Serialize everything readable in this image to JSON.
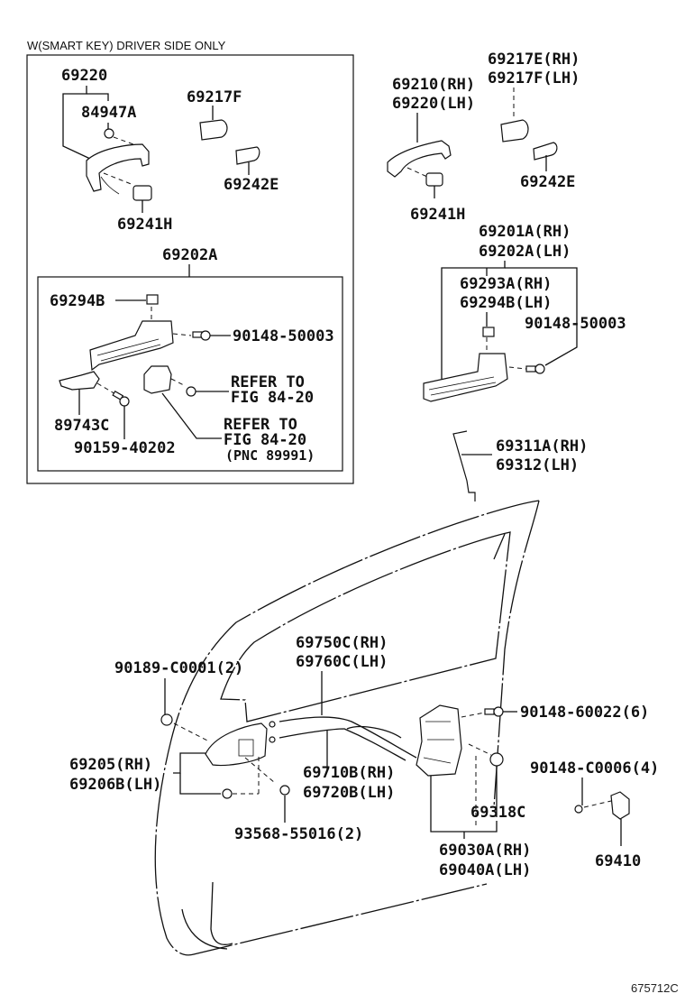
{
  "diagram": {
    "figure_id": "675712C",
    "inset": {
      "title": "W(SMART KEY) DRIVER SIDE ONLY",
      "labels": {
        "handle": "69220",
        "cap_nut": "84947A",
        "key_cover": "69217F",
        "pad_rear": "69242E",
        "pad_front": "69241H",
        "frame_group": "69202A",
        "cover_clip": "69294B",
        "frame_bolt": "90148-50003",
        "sensor": "89743C",
        "sensor_screw": "90159-40202",
        "refer1_line1": "REFER TO",
        "refer1_line2": "FIG 84-20",
        "refer2_line1": "REFER TO",
        "refer2_line2": "FIG 84-20",
        "refer2_line3": "(PNC 89991)"
      }
    },
    "outside": {
      "key_cover_rh": "69217E(RH)",
      "key_cover_lh": "69217F(LH)",
      "handle_rh": "69210(RH)",
      "handle_lh": "69220(LH)",
      "pad_rear": "69242E",
      "pad_front": "69241H",
      "frame_rh": "69201A(RH)",
      "frame_lh": "69202A(LH)",
      "clip_rh": "69293A(RH)",
      "clip_lh": "69294B(LH)",
      "frame_bolt": "90148-50003",
      "rod_rh": "69311A(RH)",
      "rod_lh": "69312(LH)"
    },
    "door": {
      "cable_outer_rh": "69750C(RH)",
      "cable_outer_lh": "69760C(LH)",
      "clip": "90189-C0001(2)",
      "inner_handle_rh": "69205(RH)",
      "inner_handle_lh": "69206B(LH)",
      "cable_rh": "69710B(RH)",
      "cable_lh": "69720B(LH)",
      "handle_screw": "93568-55016(2)",
      "lock_screw": "90148-60022(6)",
      "striker_screw": "90148-C0006(4)",
      "lock_cover": "69318C",
      "lock_rh": "69030A(RH)",
      "lock_lh": "69040A(LH)",
      "striker": "69410"
    }
  }
}
